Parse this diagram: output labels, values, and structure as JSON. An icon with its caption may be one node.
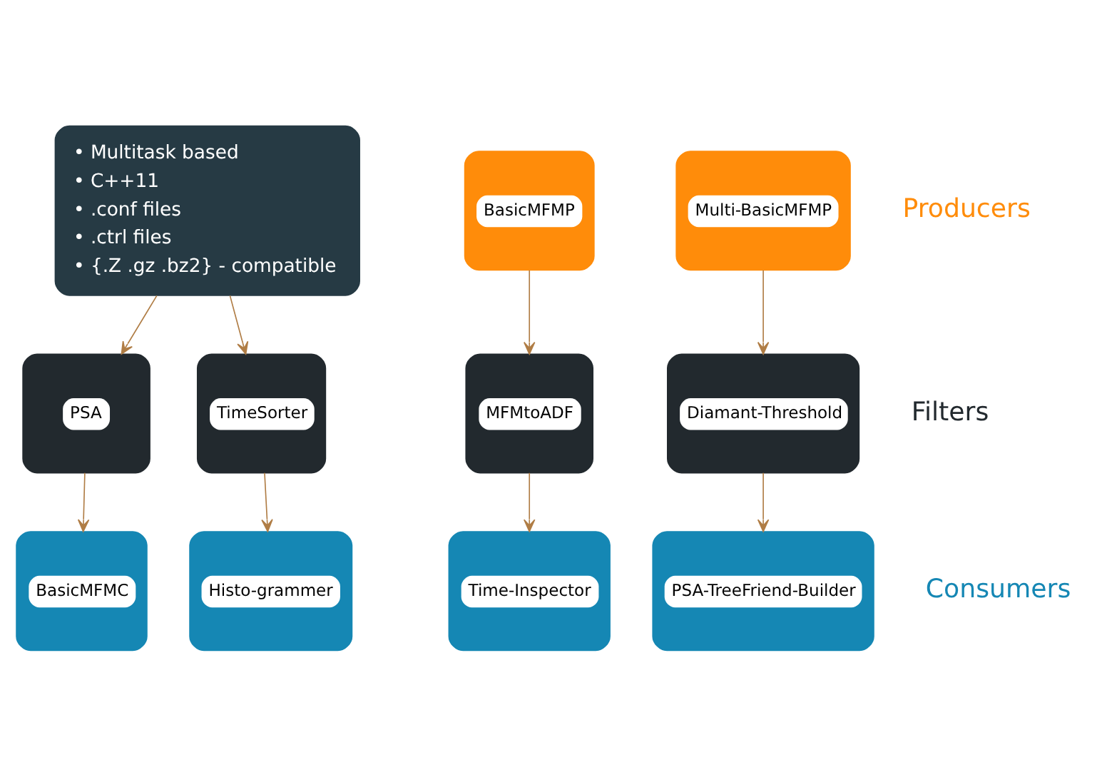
{
  "diagram": {
    "nodes": [
      {
        "text": [
          "• Multitask based",
          "• C++11",
          "• .conf files",
          "• .ctrl files",
          "• {.Z .gz .bz2} - compatible"
        ]
      },
      {
        "text": [
          "BasicMFMP"
        ]
      },
      {
        "text": [
          "Multi-BasicMFMP"
        ]
      },
      {
        "text": [
          "PSA"
        ]
      },
      {
        "text": [
          "TimeSorter"
        ]
      },
      {
        "text": [
          "MFMtoADF"
        ]
      },
      {
        "text": [
          "Diamant-Threshold"
        ]
      },
      {
        "text": [
          "BasicMFMC"
        ]
      },
      {
        "text": [
          "Histo-grammer"
        ]
      },
      {
        "text": [
          "Time-Inspector"
        ]
      },
      {
        "text": [
          "PSA-TreeFriend-Builder"
        ]
      }
    ],
    "edges": [
      {
        "from": 0,
        "to": 3,
        "arrow": "to"
      },
      {
        "from": 0,
        "to": 4,
        "arrow": "to"
      },
      {
        "from": 1,
        "to": 5,
        "arrow": "to"
      },
      {
        "from": 2,
        "to": 6,
        "arrow": "to"
      },
      {
        "from": 3,
        "to": 7,
        "arrow": "to"
      },
      {
        "from": 4,
        "to": 8,
        "arrow": "to"
      },
      {
        "from": 5,
        "to": 9,
        "arrow": "to"
      },
      {
        "from": 6,
        "to": 10,
        "arrow": "to"
      }
    ],
    "labels": [
      "Producers",
      "Filters",
      "Consumers"
    ]
  }
}
